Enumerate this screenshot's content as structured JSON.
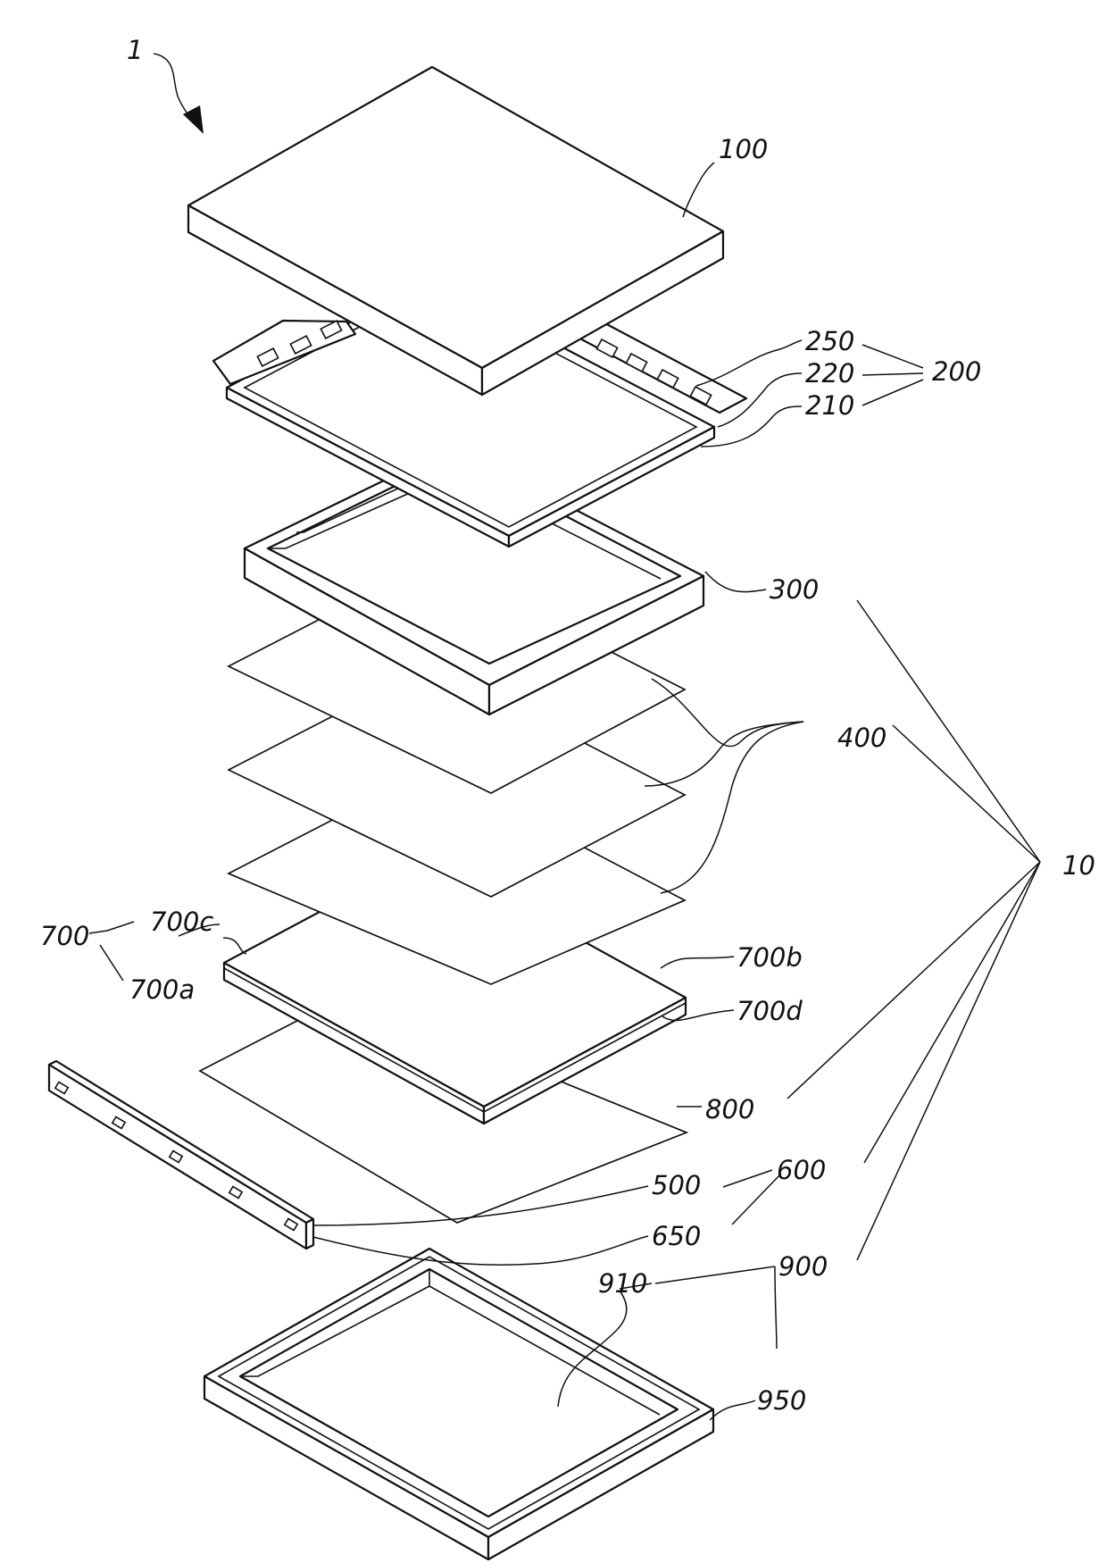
{
  "labels": {
    "assembly": "1",
    "cover_glass": "100",
    "panel_group": "200",
    "panel_250": "250",
    "panel_220": "220",
    "panel_210": "210",
    "frame": "300",
    "sheets": "400",
    "module_group": "10",
    "guide_group": "700",
    "guide_700a": "700a",
    "guide_700b": "700b",
    "guide_700c": "700c",
    "guide_700d": "700d",
    "reflector": "800",
    "light_group": "600",
    "light_500": "500",
    "light_650": "650",
    "chassis_group": "900",
    "chassis_910": "910",
    "chassis_950": "950"
  },
  "colors": {
    "line": "#111111",
    "background": "#ffffff"
  }
}
